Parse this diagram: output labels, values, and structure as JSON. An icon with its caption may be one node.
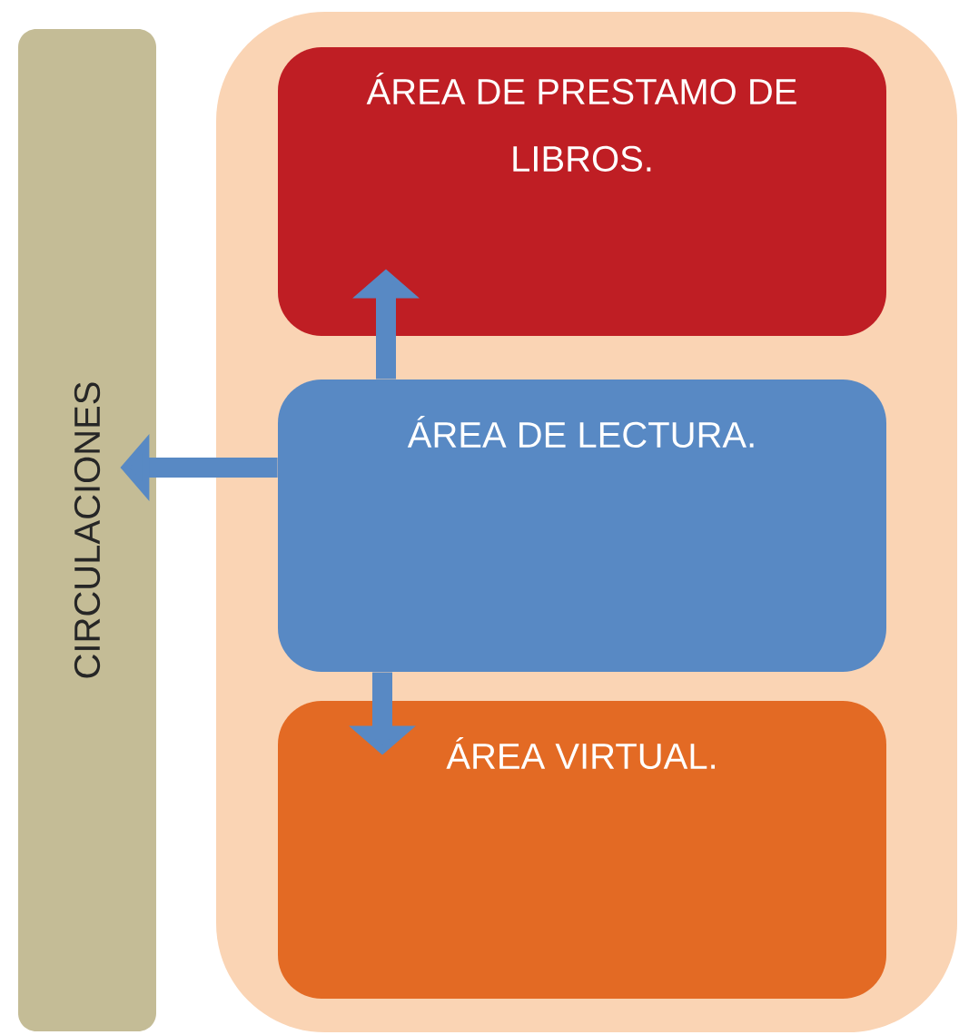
{
  "diagram": {
    "nodes": [
      {
        "text": [
          "CIRCULACIONES"
        ]
      },
      {
        "text": [],
        "shape": "box"
      },
      {
        "text": [
          "ÁREA DE PRESTAMO DE LIBROS."
        ],
        "in": 1
      },
      {
        "text": [
          "ÁREA DE LECTURA."
        ],
        "in": 1
      },
      {
        "text": [
          "ÁREA VIRTUAL."
        ],
        "in": 1
      }
    ],
    "edges": [
      {
        "from": 3,
        "to": 2,
        "arrow": "to"
      },
      {
        "from": 3,
        "to": 0,
        "arrow": "to"
      },
      {
        "from": 3,
        "to": 4,
        "arrow": "to"
      }
    ]
  }
}
